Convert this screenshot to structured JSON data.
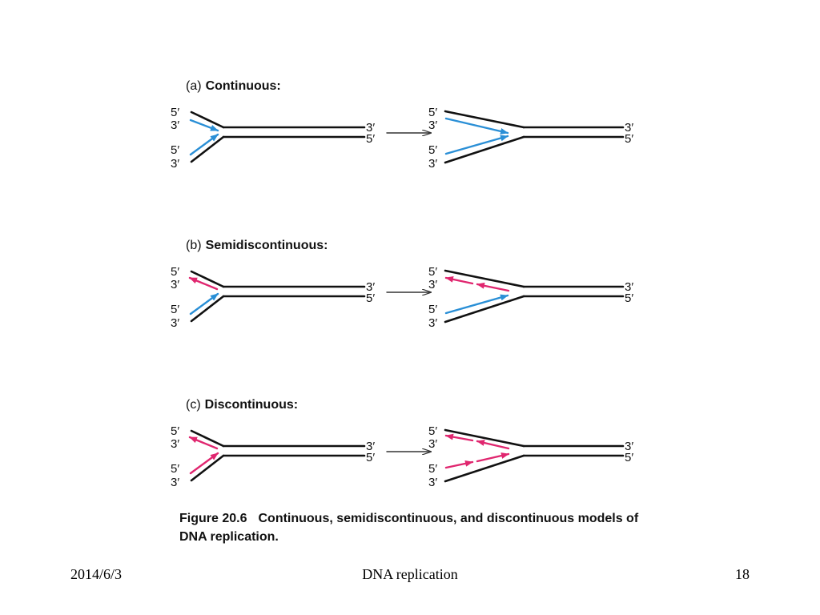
{
  "colors": {
    "strand": "#111111",
    "continuous_new": "#2a8fd6",
    "discontinuous_new": "#e0266f",
    "arrow": "#333333"
  },
  "panels": [
    {
      "id": "a",
      "letter": "(a)",
      "title": "Continuous:"
    },
    {
      "id": "b",
      "letter": "(b)",
      "title": "Semidiscontinuous:"
    },
    {
      "id": "c",
      "letter": "(c)",
      "title": "Discontinuous:"
    }
  ],
  "end_labels": {
    "five_prime": "5′",
    "three_prime": "3′"
  },
  "caption": {
    "figure": "Figure 20.6",
    "text": "Continuous, semidiscontinuous, and discontinuous models of DNA replication."
  },
  "footer": {
    "date": "2014/6/3",
    "title": "DNA replication",
    "page": "18"
  }
}
